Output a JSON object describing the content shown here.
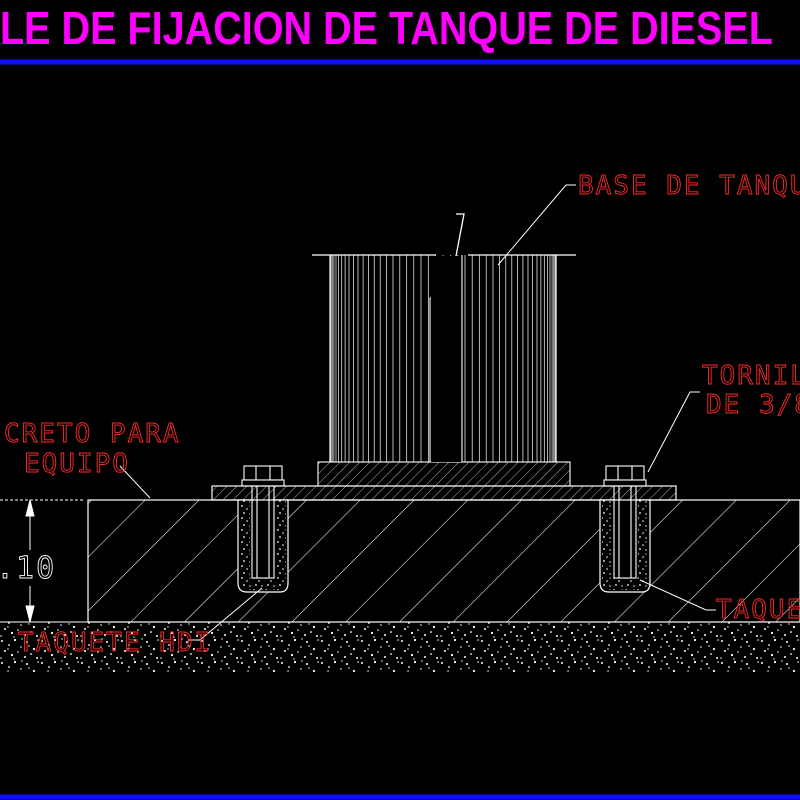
{
  "title": "LE DE FIJACION DE TANQUE DE DIESEL",
  "labels": {
    "base": "BASE DE TANQU",
    "tornillo_1": "TORNILL",
    "tornillo_2": "DE 3/8",
    "concreto_1": "CRETO PARA",
    "concreto_2": "EQUIPO",
    "taquete_left": "TAQUETE HDI",
    "taquete_right": "TAQUE",
    "dimension": ".10"
  },
  "colors": {
    "title": "#ff00ff",
    "frame_line": "#1010ff",
    "labels": "#ff2a2a",
    "linework": "#ffffff"
  }
}
